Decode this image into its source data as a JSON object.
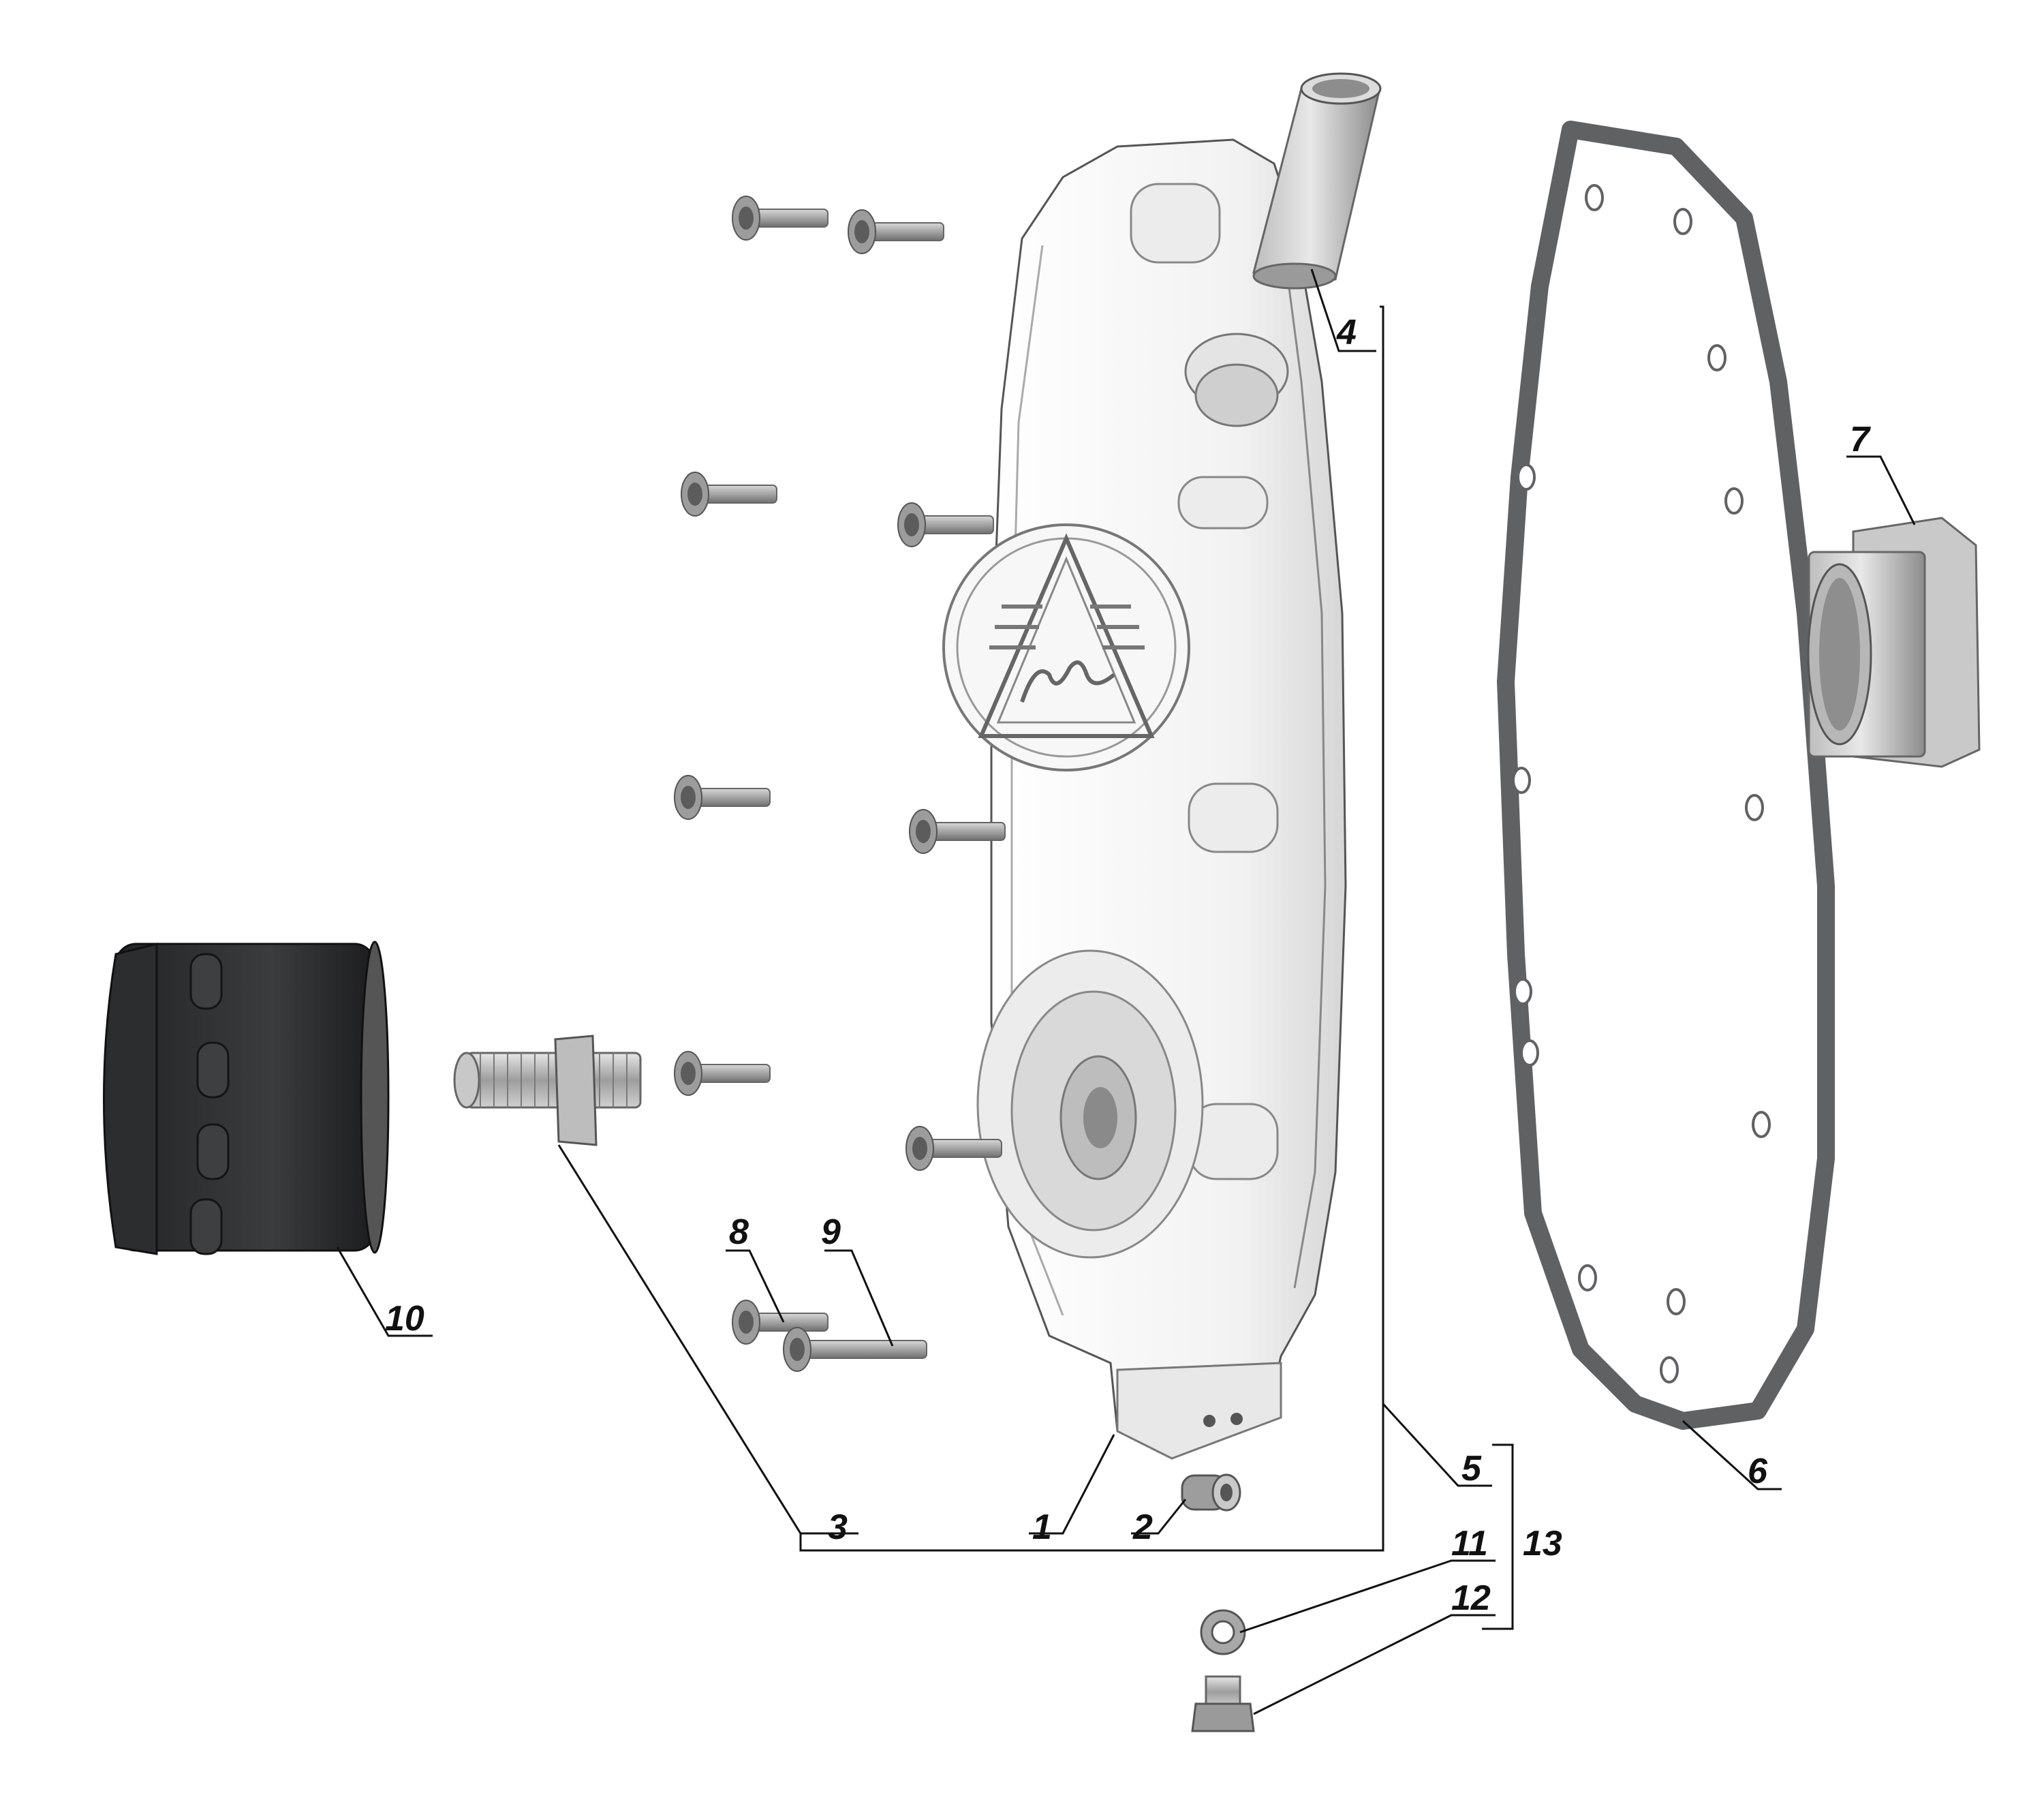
{
  "diagram": {
    "labels": {
      "l1": "1",
      "l2": "2",
      "l3": "3",
      "l4": "4",
      "l5": "5",
      "l6": "6",
      "l7": "7",
      "l8": "8",
      "l9": "9",
      "l10": "10",
      "l11": "11",
      "l12": "12",
      "l13": "13"
    },
    "logo_icon": "ims-triangle-logo-icon",
    "colors": {
      "line": "#111111",
      "cover": "#f4f4f4",
      "part_grey": "#9a9a9a",
      "gasket": "#5f6163",
      "filter": "#2f3133"
    }
  }
}
